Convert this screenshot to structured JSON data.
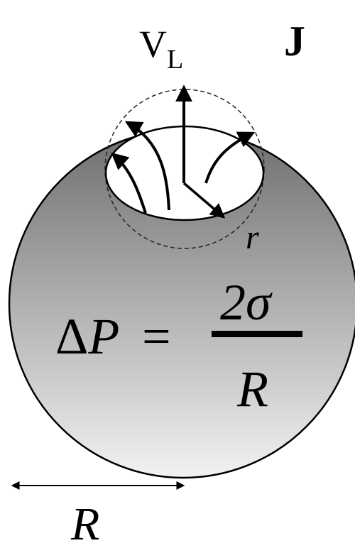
{
  "panel_label": "J",
  "velocity_label": {
    "symbol": "V",
    "subscript": "L"
  },
  "pore_radius_label": "r",
  "radius_label": "R",
  "equation": {
    "lhs_delta": "Δ",
    "lhs_p": "P",
    "equals": "=",
    "numerator": "2σ",
    "denominator": "R"
  },
  "colors": {
    "sphere_top": "#707070",
    "sphere_bottom": "#f2f2f2",
    "stroke": "#000000",
    "background": "#ffffff"
  }
}
